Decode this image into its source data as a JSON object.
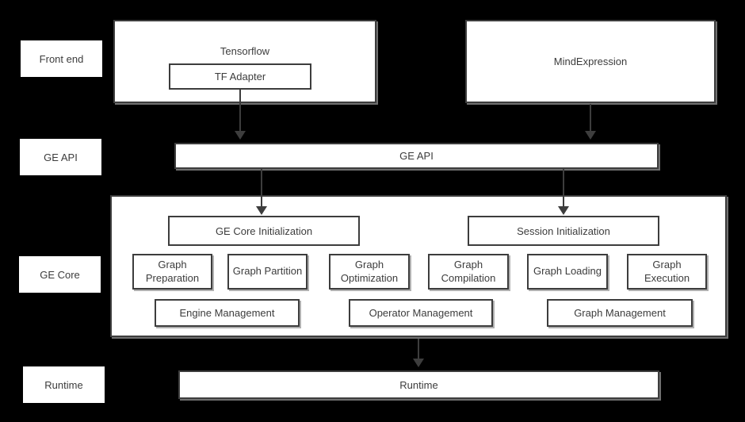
{
  "colors": {
    "background": "#000000",
    "box_background": "#ffffff",
    "border": "#3d3d3d",
    "text": "#3c3c3c"
  },
  "side_labels": {
    "front_end": "Front end",
    "ge_api": "GE API",
    "ge_core": "GE Core",
    "runtime": "Runtime"
  },
  "front_end": {
    "tensorflow_label": "Tensorflow",
    "tf_adapter_label": "TF Adapter",
    "mindexpression_label": "MindExpression"
  },
  "ge_api_bar": {
    "label": "GE API"
  },
  "ge_core": {
    "init_left_label": "GE Core Initialization",
    "init_right_label": "Session Initialization",
    "modules_row": [
      "Graph Preparation",
      "Graph Partition",
      "Graph Optimization",
      "Graph Compilation",
      "Graph Loading",
      "Graph Execution"
    ],
    "management_row": [
      "Engine Management",
      "Operator Management",
      "Graph Management"
    ]
  },
  "runtime_bar": {
    "label": "Runtime"
  }
}
